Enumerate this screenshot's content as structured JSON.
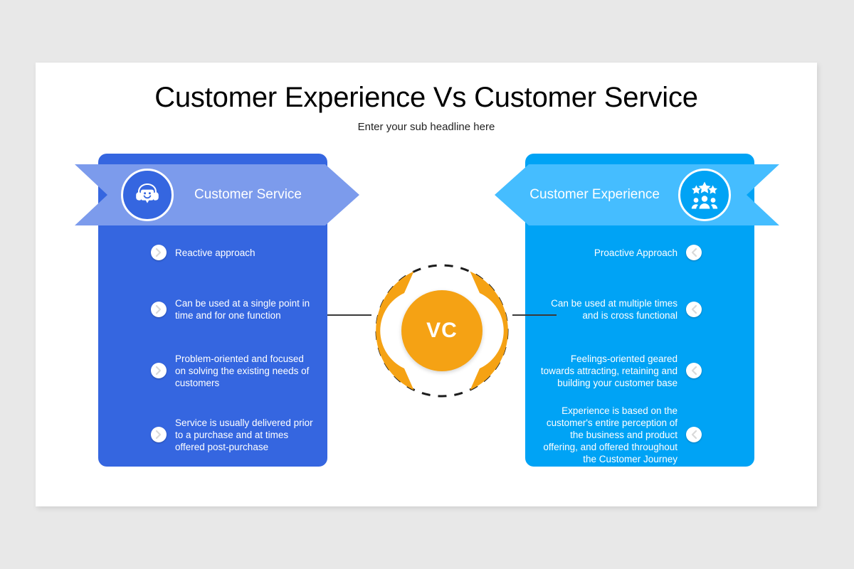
{
  "slide": {
    "title": "Customer Experience Vs Customer Service",
    "subtitle": "Enter your sub headline here"
  },
  "colors": {
    "background": "#e8e8e8",
    "card": "#ffffff",
    "left_panel": "#3566e0",
    "left_ribbon": "#7c9bec",
    "right_panel": "#00a3f5",
    "right_ribbon": "#45bdff",
    "accent_orange": "#f5a214",
    "connector": "#3a3a3a",
    "text_on_panel": "#ffffff"
  },
  "hub": {
    "label": "VC",
    "icon": "dashed-ring-hub"
  },
  "left_panel": {
    "heading": "Customer Service",
    "icon": "headset-chat-support-icon",
    "bullet_icon": "chevron-right-icon",
    "items": [
      "Reactive approach",
      "Can be used at a single point in time and for one function",
      "Problem-oriented and focused on solving the existing needs of customers",
      "Service is usually delivered prior to a purchase and at times offered post-purchase"
    ]
  },
  "right_panel": {
    "heading": "Customer Experience",
    "icon": "stars-people-rating-icon",
    "bullet_icon": "chevron-left-icon",
    "items": [
      "Proactive Approach",
      "Can be used at multiple times and is cross functional",
      "Feelings-oriented geared towards attracting, retaining and building your customer base",
      "Experience is based on the customer's entire perception of the business and product offering, and offered throughout the Customer Journey"
    ]
  }
}
